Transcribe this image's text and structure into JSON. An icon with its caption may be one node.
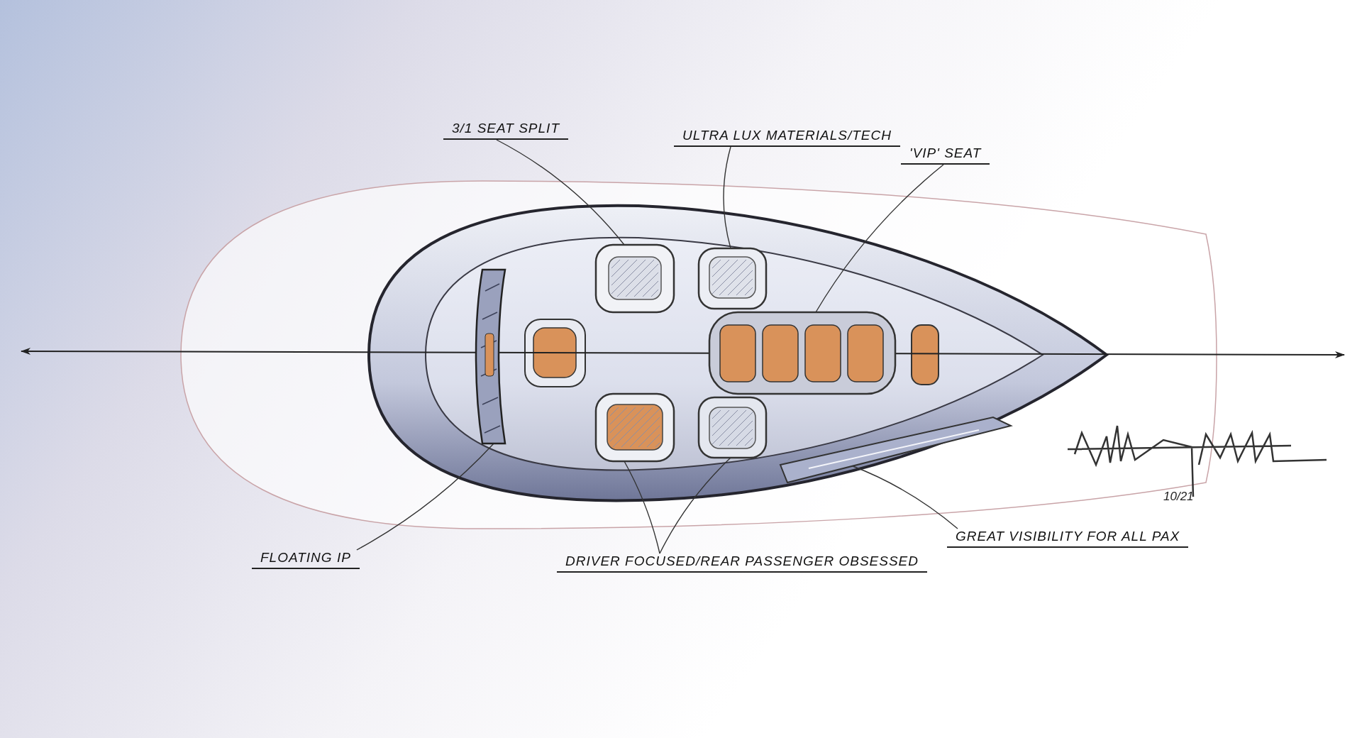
{
  "diagram": {
    "nodes": [
      {
        "text": [
          "3/1 SEAT SPLIT"
        ]
      },
      {
        "text": [
          "ULTRA LUX MATERIALS/TECH"
        ]
      },
      {
        "text": [
          "'VIP' SEAT"
        ]
      },
      {
        "text": [
          "FLOATING IP"
        ]
      },
      {
        "text": [
          "DRIVER FOCUSED/REAR PASSENGER OBSESSED"
        ]
      },
      {
        "text": [
          "GREAT VISIBILITY FOR ALL PAX"
        ]
      },
      {
        "text": [],
        "shape": "picture"
      },
      {
        "text": [],
        "shape": "picture"
      },
      {
        "text": [],
        "shape": "picture"
      },
      {
        "text": [],
        "shape": "picture"
      },
      {
        "text": [],
        "shape": "picture"
      },
      {
        "text": [],
        "shape": "picture"
      },
      {
        "text": [],
        "shape": "picture"
      }
    ],
    "edges": [
      {
        "from": 0,
        "to": 6,
        "arrow": "none"
      },
      {
        "from": 1,
        "to": 7,
        "arrow": "none"
      },
      {
        "from": 2,
        "to": 8,
        "arrow": "none"
      },
      {
        "from": 3,
        "to": 9,
        "arrow": "none"
      },
      {
        "from": 4,
        "to": 10,
        "arrow": "none"
      },
      {
        "from": 4,
        "to": 11,
        "arrow": "none"
      },
      {
        "from": 5,
        "to": 12,
        "arrow": "none"
      }
    ],
    "labels": [
      "10/21"
    ]
  }
}
